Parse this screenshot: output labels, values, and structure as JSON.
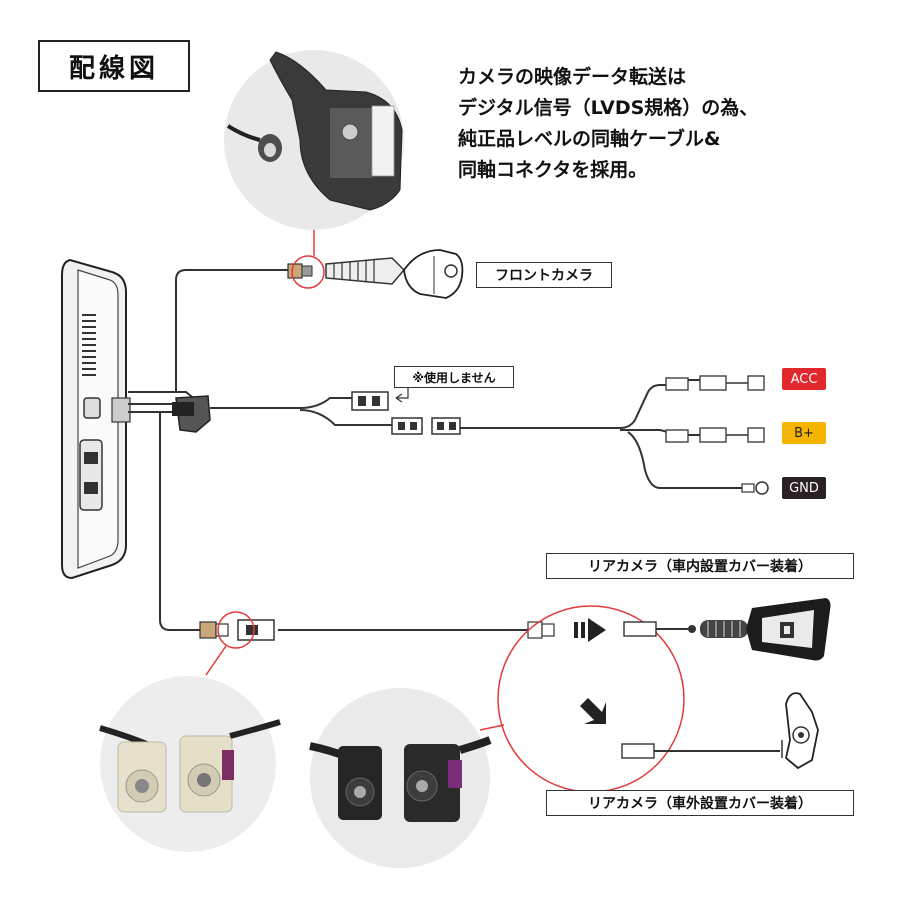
{
  "title": "配線図",
  "note_lines": [
    "カメラの映像データ転送は",
    "デジタル信号（LVDS規格）の為、",
    "純正品レベルの同軸ケーブル&",
    "同軸コネクタを採用。"
  ],
  "labels": {
    "front_camera": "フロントカメラ",
    "not_used": "※使用しません",
    "rear_camera_inside": "リアカメラ（車内設置カバー装着）",
    "rear_camera_outside": "リアカメラ（車外設置カバー装着）"
  },
  "power": {
    "acc": "ACC",
    "bplus": "B+",
    "gnd": "GND"
  },
  "colors": {
    "acc": "#e0282d",
    "bplus": "#f4b400",
    "gnd": "#2a2222",
    "callout_circle": "#e23a3a"
  }
}
